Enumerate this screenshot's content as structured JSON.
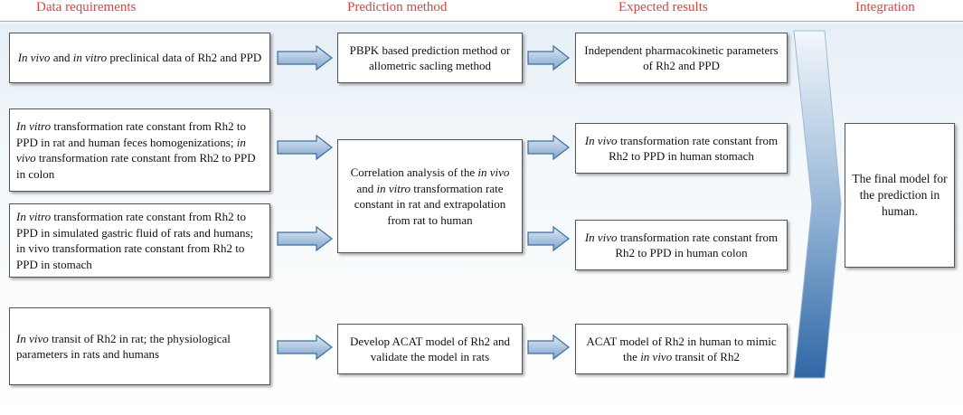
{
  "headers": {
    "data_requirements": "Data requirements",
    "prediction_method": "Prediction method",
    "expected_results": "Expected results",
    "integration": "Integration"
  },
  "boxes": {
    "data1": {
      "i1": "In vivo",
      "t1": " and ",
      "i2": "in vitro",
      "t2": " preclinical data of Rh2 and PPD"
    },
    "data2": {
      "i1": "In vitro",
      "t1": " transformation rate constant from Rh2 to PPD in rat and human feces homogenizations; ",
      "i2": "in vivo",
      "t2": " transformation rate constant from Rh2 to PPD in colon"
    },
    "data3": {
      "i1": "In vitro",
      "t1": " transformation rate constant from Rh2 to PPD in simulated gastric fluid of rats and humans; in vivo transformation rate constant from Rh2 to PPD in stomach"
    },
    "data4": {
      "i1": "In vivo",
      "t1": " transit of Rh2 in rat; the physiological parameters in rats and humans"
    },
    "method1": {
      "text": "PBPK based prediction method or allometric sacling method"
    },
    "method2": {
      "t1": "Correlation analysis of the ",
      "i1": "in vivo",
      "t2": " and ",
      "i2": "in vitro",
      "t3": " transformation rate constant in rat and extrapolation from rat to human"
    },
    "method3": {
      "text": "Develop ACAT model of Rh2 and validate the model in rats"
    },
    "result1": {
      "text": "Independent pharmacokinetic parameters of Rh2 and PPD"
    },
    "result2": {
      "i1": "In vivo",
      "t1": " transformation rate constant from Rh2 to PPD in human stomach"
    },
    "result3": {
      "i1": "In vivo",
      "t1": " transformation rate constant from Rh2 to PPD in human colon"
    },
    "result4": {
      "t1": "ACAT model of Rh2 in human to mimic the ",
      "i1": "in vivo",
      "t2": " transit of Rh2"
    },
    "integration": {
      "text": "The final model for the prediction in human."
    }
  },
  "colors": {
    "header_text": "#d6473f",
    "arrow_fill_light": "#dfe9f3",
    "arrow_fill_dark": "#2f67a5",
    "arrow_stroke": "#3c6ea3",
    "divider": "#8fb3cf"
  }
}
